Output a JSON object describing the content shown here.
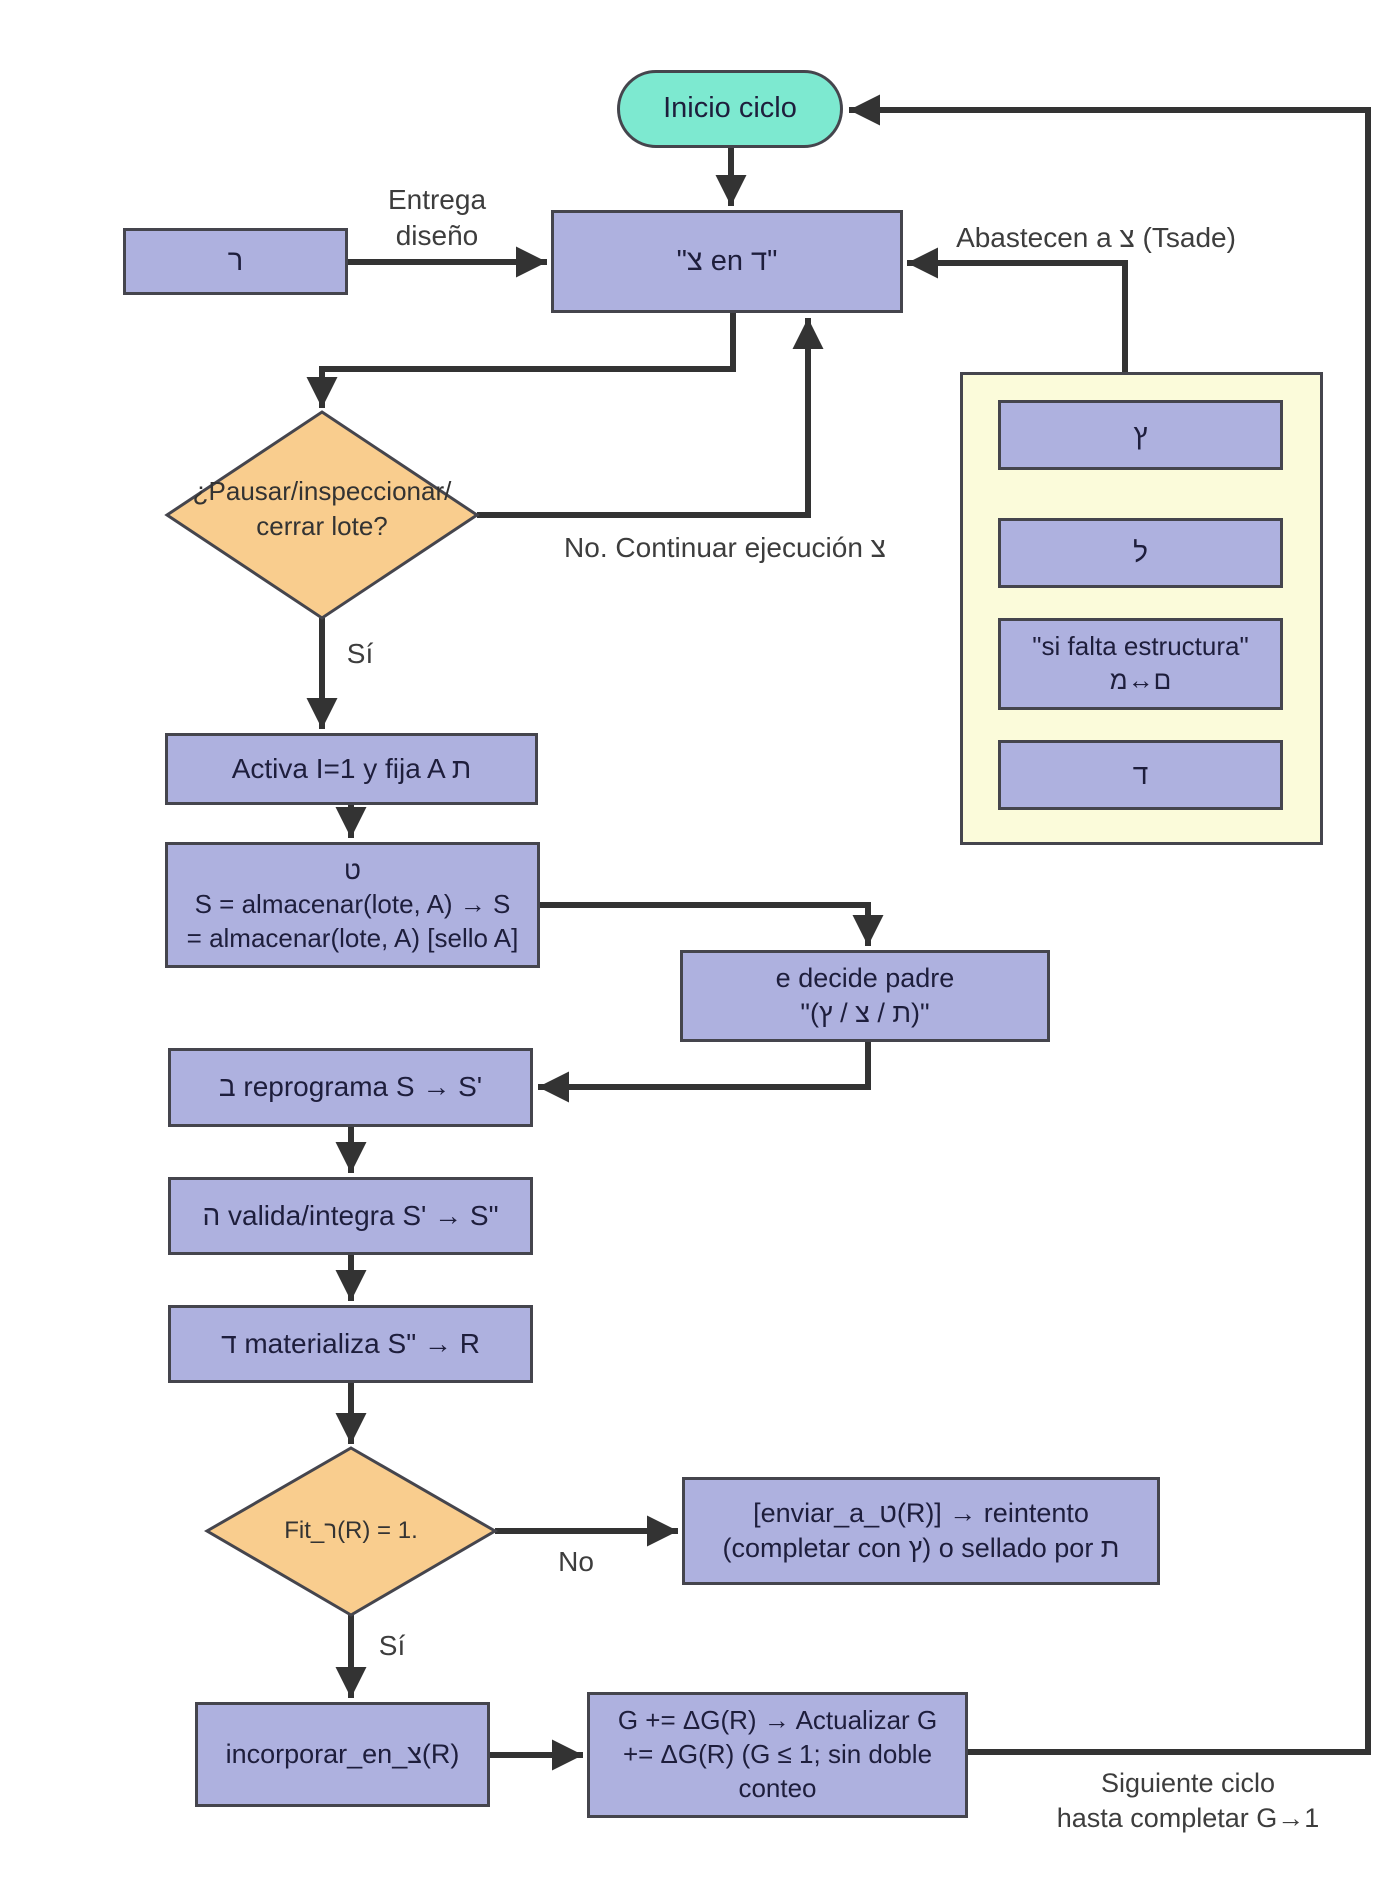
{
  "colors": {
    "purple": "#aeb1df",
    "teal": "#7de9d0",
    "orange": "#f9cd8e",
    "yellow": "#fbfbda",
    "border": "#45454d",
    "arrow": "#333333",
    "ink": "#1e1e3c",
    "label": "#3d3d3d",
    "bg": "#ffffff"
  },
  "start": {
    "label": "Inicio ciclo"
  },
  "nodes": {
    "client": "ר",
    "main": "\"צ en ד\"",
    "activa": "Activa I=1 y fija A ת",
    "almacenar": "ט\nS = almacenar(lote, A) → S\n= almacenar(lote, A) [sello A]",
    "decide_padre": "e decide padre\n\"(ץ / צ / ת)\"",
    "reprograma": "ב reprograma S → S'",
    "valida": "ה valida/integra S' → S\"",
    "materializa": "ד materializa S\" → R",
    "reintento": "[enviar_a_ט(R)] → reintento\n(completar con ץ) o sellado por ת",
    "incorporar": "incorporar_en_צ(R)",
    "actualizar": "G += ΔG(R) → Actualizar G\n+= ΔG(R) (G ≤ 1; sin doble\nconteo"
  },
  "decisions": {
    "pausar": "¿Pausar/inspeccionar/\ncerrar lote?",
    "fit": "Fit_ר(R) = 1."
  },
  "panel": {
    "items": [
      "ץ",
      "ל",
      "\"si falta estructura\"\nמ↔ם",
      "ד"
    ]
  },
  "labels": {
    "entrega": "Entrega\ndiseño",
    "abastecen": "Abastecen a צ (Tsade)",
    "no_continuar": "No. Continuar ejecución צ",
    "si_1": "Sí",
    "no_2": "No",
    "si_2": "Sí",
    "siguiente": "Siguiente ciclo\nhasta completar G→1"
  }
}
